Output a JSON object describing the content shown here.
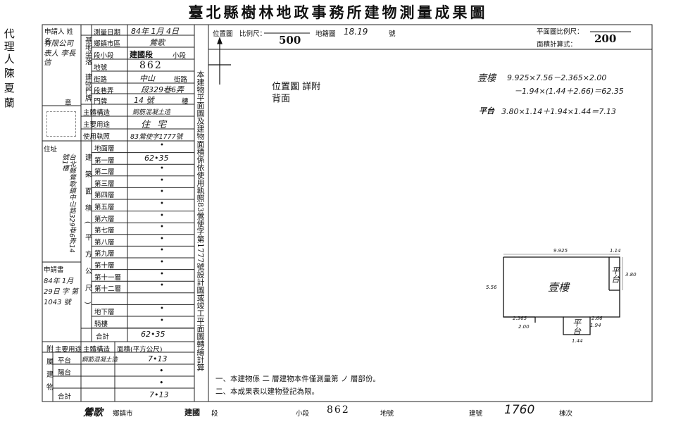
{
  "title": "臺北縣樹林地政事務所建物測量成果圖",
  "left_margin": {
    "agent_label": "代理人",
    "agent_name": "陳夏蘭"
  },
  "applicant": {
    "name_label": "申請人 姓名",
    "company": "有限公司 表人 李長信",
    "seal_label": "章",
    "address_label": "住址",
    "address": "台北縣鶯歌鎮中山路329巷6弄14號1樓",
    "application_label": "申請書",
    "app_number": "84年 1月 29日 字 第1043 號"
  },
  "survey": {
    "date_label": "測量日期",
    "date": "84年 1月 4日",
    "town_label": "鄉鎮市區",
    "town": "鶯歌",
    "section_label": "段小段",
    "section": "建國段",
    "section_suffix": "小段",
    "lot_label": "地號",
    "lot": "862",
    "road_label": "街路",
    "road": "中山",
    "road_suffix": "街路",
    "alley_label": "段巷弄",
    "alley": "段329巷6弄",
    "no_label": "門牌",
    "no": "14 號",
    "floor_suffix": "樓",
    "structure_label": "主體構造",
    "structure": "鋼筋混凝土造",
    "use_label": "主要用途",
    "use": "住宅",
    "permit_label": "使用執照",
    "permit": "83鶯使字1777號"
  },
  "floors": [
    {
      "label": "地面層",
      "value": "•"
    },
    {
      "label": "第一層",
      "value": "62•35"
    },
    {
      "label": "第二層",
      "value": "•"
    },
    {
      "label": "第三層",
      "value": "•"
    },
    {
      "label": "第四層",
      "value": "•"
    },
    {
      "label": "第五層",
      "value": "•"
    },
    {
      "label": "第六層",
      "value": "•"
    },
    {
      "label": "第七層",
      "value": "•"
    },
    {
      "label": "第八層",
      "value": "•"
    },
    {
      "label": "第九層",
      "value": "•"
    },
    {
      "label": "第十層",
      "value": "•"
    },
    {
      "label": "第十一層",
      "value": "•"
    },
    {
      "label": "第十二層",
      "value": "•"
    },
    {
      "label": "",
      "value": ""
    },
    {
      "label": "地下層",
      "value": "•"
    },
    {
      "label": "騎樓",
      "value": "•"
    }
  ],
  "area_group_label": "建築面積(平方公尺)",
  "total_label": "合計",
  "total": "62•35",
  "annex": {
    "header": [
      "主要用途",
      "主體構造",
      "面積(平方公尺)"
    ],
    "section_label": "附屬建物",
    "rows": [
      {
        "use": "平台",
        "structure": "鋼筋混凝土造",
        "area": "7•13"
      },
      {
        "use": "陽台",
        "structure": "",
        "area": "•"
      },
      {
        "use": "",
        "structure": "",
        "area": "•"
      }
    ],
    "total_label": "合計",
    "total": "7•13"
  },
  "middle_column": {
    "text": "本建物平面圖及建物面積係依使用執照83鶯使字第1777號設計圖或竣工平面圖轉繪計算"
  },
  "drawing": {
    "location_label": "位置圖",
    "scale_label": "比例尺：",
    "scale_denominator": "500",
    "sheet_label": "地籍圖",
    "sheet_no": "18.19",
    "sheet_suffix": "號",
    "plan_scale_label": "平面圖比例尺：",
    "plan_scale_denominator": "200",
    "area_formula_label": "面積計算式：",
    "location_note": "位置圖 詳附背面",
    "calc_floor_label": "壹樓",
    "calc_floor_1": "9.925×7.56－2.365×2.00",
    "calc_floor_2": "－1.94×(1.44＋2.66)＝62.35",
    "calc_platform_label": "平台",
    "calc_platform": "3.80×1.14＋1.94×1.44＝7.13",
    "plan_label": "壹樓",
    "platform_label": "平台",
    "dims": {
      "top": "9.925",
      "right_top": "1.14",
      "right": "3.80",
      "left": "5.56",
      "bl1": "2.365",
      "bl2": "2.00",
      "b1": "2.66",
      "b2": "1.94",
      "b3": "1.44"
    }
  },
  "notes": [
    "一、本建物係 二 層建物本件僅測量第 ノ 層部份。",
    "二、本成果表以建物登記為限。"
  ],
  "footer": {
    "town": "鶯歌",
    "town_label": "鄉鎮市",
    "section": "建國",
    "section_label": "段",
    "subsection_label": "小段",
    "lot": "862",
    "lot_label": "地號",
    "build_no_label": "建號",
    "build_no": "1760",
    "sheet_label": "棟次"
  }
}
